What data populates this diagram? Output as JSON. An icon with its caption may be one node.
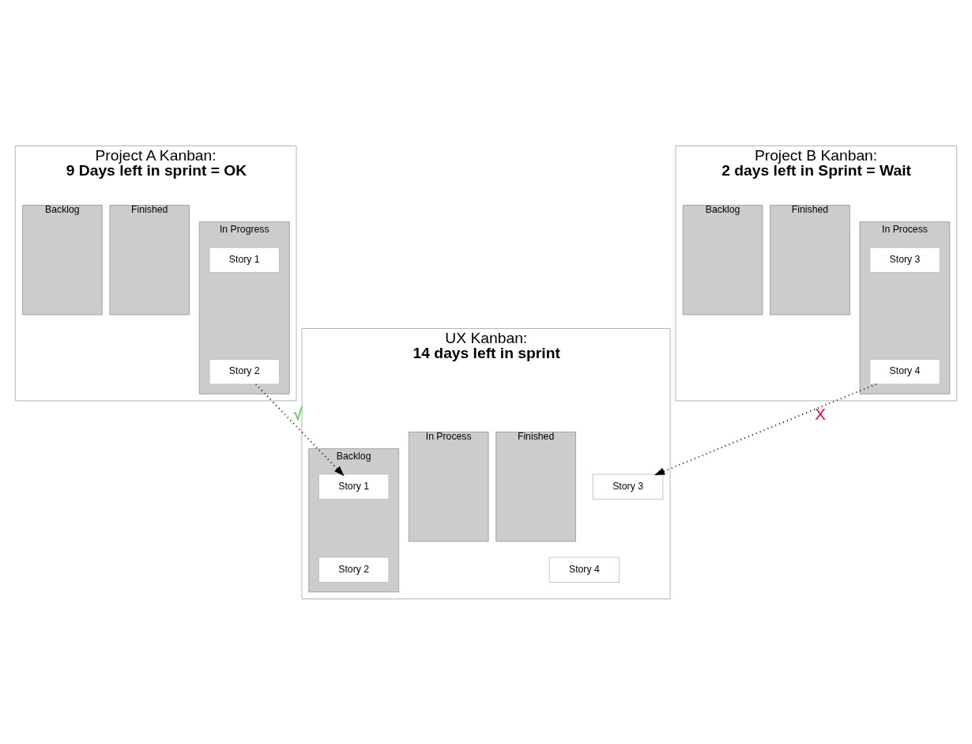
{
  "diagram": {
    "nodes": [
      {
        "text": [
          "Project A Kanban:",
          "9 Days left in sprint = OK"
        ]
      },
      {
        "text": [
          "Backlog"
        ],
        "in": 0
      },
      {
        "text": [
          "In Progress"
        ],
        "in": 0
      },
      {
        "text": [
          "Finished"
        ],
        "in": 0
      },
      {
        "text": [
          "Story 1"
        ],
        "in": 2
      },
      {
        "text": [
          "Story 2"
        ],
        "in": 2
      },
      {
        "text": [
          "Project B Kanban:",
          "2 days left in Sprint = Wait"
        ]
      },
      {
        "text": [
          "Backlog"
        ],
        "in": 6
      },
      {
        "text": [
          "In Process"
        ],
        "in": 6
      },
      {
        "text": [
          "Finished"
        ],
        "in": 6
      },
      {
        "text": [
          "Story 3"
        ],
        "in": 8
      },
      {
        "text": [
          "Story 4"
        ],
        "in": 8
      },
      {
        "text": [
          "UX Kanban:",
          "14 days left in sprint"
        ]
      },
      {
        "text": [
          "Backlog"
        ],
        "in": 12
      },
      {
        "text": [
          "In Process"
        ],
        "in": 12
      },
      {
        "text": [
          "Finished"
        ],
        "in": 12
      },
      {
        "text": [
          "Story 1"
        ],
        "in": 13
      },
      {
        "text": [
          "Story 2"
        ],
        "in": 13
      },
      {
        "text": [
          "Story 3"
        ],
        "in": 12
      },
      {
        "text": [
          "Story 4"
        ],
        "in": 12
      }
    ],
    "edges": [
      {
        "from": 5,
        "to": 16,
        "arrow": "to",
        "label": "√"
      },
      {
        "from": 11,
        "to": 18,
        "arrow": "to",
        "label": "X"
      }
    ]
  }
}
